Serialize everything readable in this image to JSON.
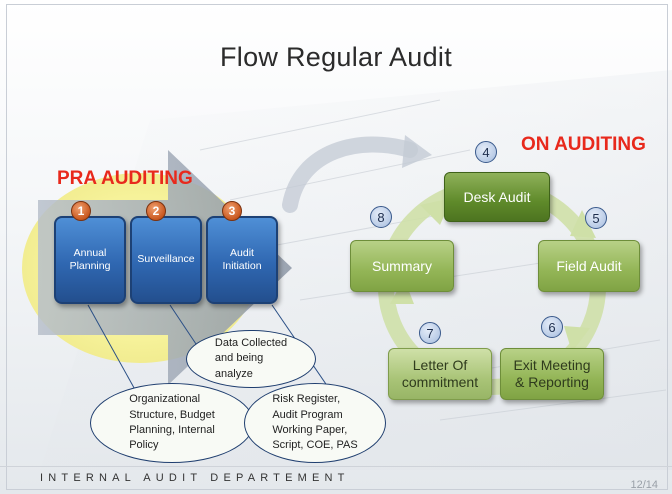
{
  "slide": {
    "title": "Flow Regular Audit",
    "footer_left": "INTERNAL AUDIT DEPARTEMENT",
    "page_number": "12/14"
  },
  "pra_auditing": {
    "heading": "PRA AUDITING",
    "steps": [
      {
        "number": "1",
        "label": "Annual\nPlanning"
      },
      {
        "number": "2",
        "label": "Surveillance"
      },
      {
        "number": "3",
        "label": "Audit\nInitiation"
      }
    ]
  },
  "on_auditing": {
    "heading": "ON AUDITING",
    "steps": [
      {
        "number": "4",
        "label": "Desk Audit"
      },
      {
        "number": "5",
        "label": "Field Audit"
      },
      {
        "number": "6",
        "label": "Exit Meeting\n& Reporting"
      },
      {
        "number": "7",
        "label": "Letter Of\ncommitment"
      },
      {
        "number": "8",
        "label": "Summary"
      }
    ]
  },
  "callouts": {
    "annual_planning": "Organizational\nStructure, Budget\nPlanning, Internal\nPolicy",
    "surveillance": "Data Collected\nand being\nanalyze",
    "audit_initiation": "Risk Register,\nAudit Program\nWorking Paper,\nScript, COE, PAS"
  },
  "colors": {
    "accent_red": "#e8291c",
    "pra_blue": "#2f67b1",
    "on_green": "#5f8a2a",
    "highlight_yellow": "#f6f29a"
  }
}
